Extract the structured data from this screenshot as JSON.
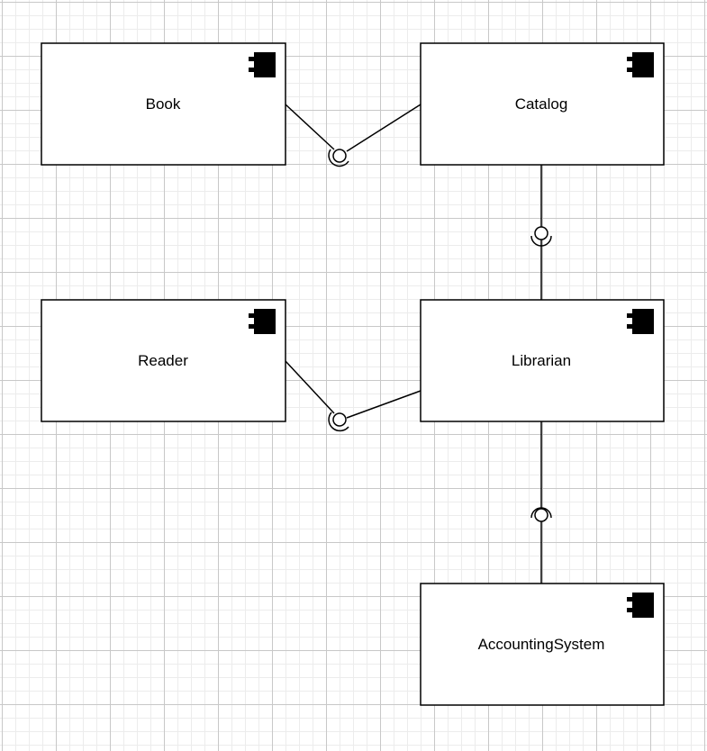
{
  "components": [
    {
      "id": "book",
      "label": "Book"
    },
    {
      "id": "catalog",
      "label": "Catalog"
    },
    {
      "id": "reader",
      "label": "Reader"
    },
    {
      "id": "librarian",
      "label": "Librarian"
    },
    {
      "id": "accounting",
      "label": "AccountingSystem"
    }
  ],
  "connectors": [
    {
      "from": "Book",
      "to": "Catalog"
    },
    {
      "from": "Catalog",
      "to": "Librarian"
    },
    {
      "from": "Reader",
      "to": "Librarian"
    },
    {
      "from": "Librarian",
      "to": "AccountingSystem"
    }
  ],
  "colors": {
    "stroke": "#000000",
    "fill": "#ffffff",
    "grid_major": "#c8c8c8",
    "grid_minor": "#ececec"
  }
}
